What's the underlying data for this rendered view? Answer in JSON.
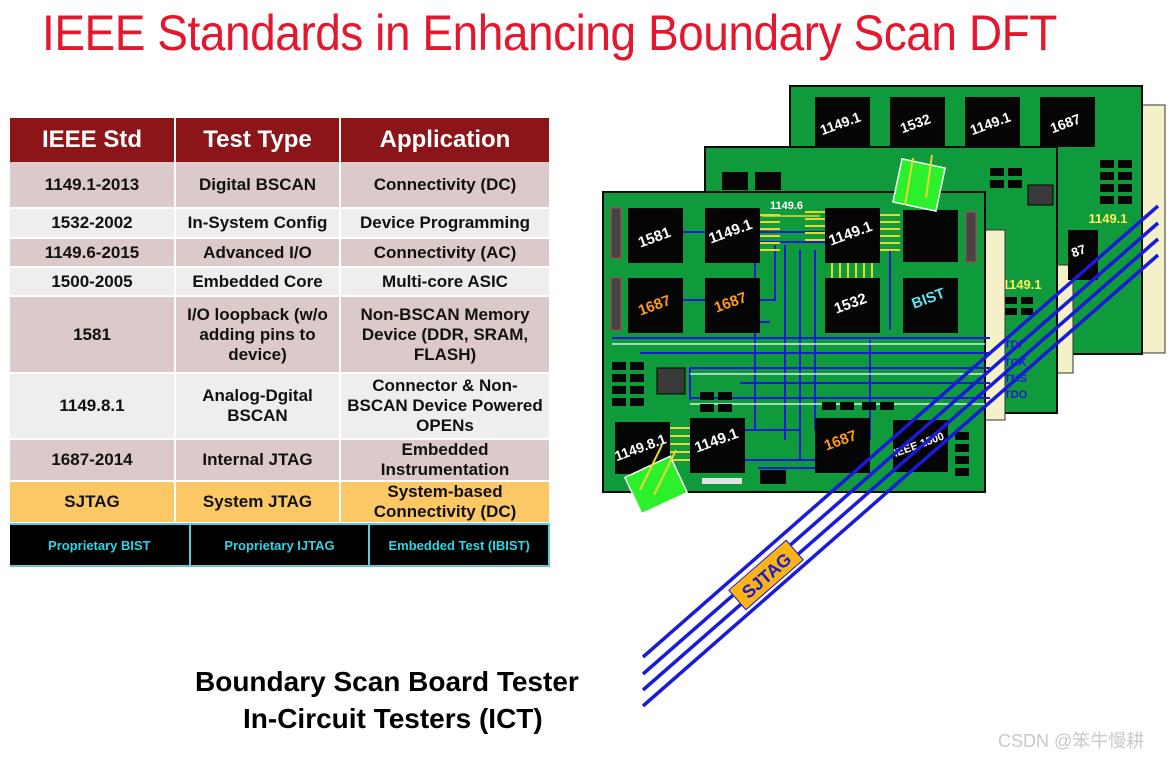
{
  "title": "IEEE Standards in Enhancing Boundary Scan DFT",
  "table": {
    "headers": [
      "IEEE Std",
      "Test Type",
      "Application"
    ],
    "rows": [
      [
        "1149.1-2013",
        "Digital BSCAN",
        "Connectivity (DC)"
      ],
      [
        "1532-2002",
        "In-System Config",
        "Device Programming"
      ],
      [
        "1149.6-2015",
        "Advanced I/O",
        "Connectivity (AC)"
      ],
      [
        "1500-2005",
        "Embedded Core",
        "Multi-core ASIC"
      ],
      [
        "1581",
        "I/O loopback (w/o adding pins to device)",
        "Non-BSCAN Memory Device (DDR, SRAM, FLASH)"
      ],
      [
        "1149.8.1",
        "Analog-Dgital BSCAN",
        "Connector & Non-BSCAN Device Powered OPENs"
      ],
      [
        "1687-2014",
        "Internal JTAG",
        "Embedded Instrumentation"
      ],
      [
        "SJTAG",
        "System JTAG",
        "System-based Connectivity (DC)"
      ]
    ],
    "proprietary": [
      "Proprietary BIST",
      "Proprietary IJTAG",
      "Embedded Test (IBIST)"
    ]
  },
  "diagram": {
    "back_board_chips": [
      "1149.1",
      "1532",
      "1149.1",
      "1687"
    ],
    "mid_board_labels": [
      "1149.1",
      "1149.1",
      "87"
    ],
    "front_chips": [
      "1581",
      "1149.1",
      "1149.1",
      "1687",
      "1687",
      "1532",
      "BIST",
      "1149.8.1",
      "1149.1",
      "1687",
      "IEEE 1500"
    ],
    "bus_label": "1149.6",
    "signals": [
      "TDI",
      "TCK",
      "TMS",
      "TDO"
    ],
    "cable_label": "SJTAG",
    "colors": {
      "board": "#0f9b3c",
      "chip": "#050505",
      "wire": "#1a1ad8",
      "pin": "#e8d631",
      "orange_text": "#ff9a1f",
      "cyan_text": "#5fe3f0"
    }
  },
  "caption": {
    "line1": "Boundary Scan Board Tester",
    "line2": "In-Circuit Testers (ICT)"
  },
  "watermark": "CSDN @笨牛慢耕"
}
